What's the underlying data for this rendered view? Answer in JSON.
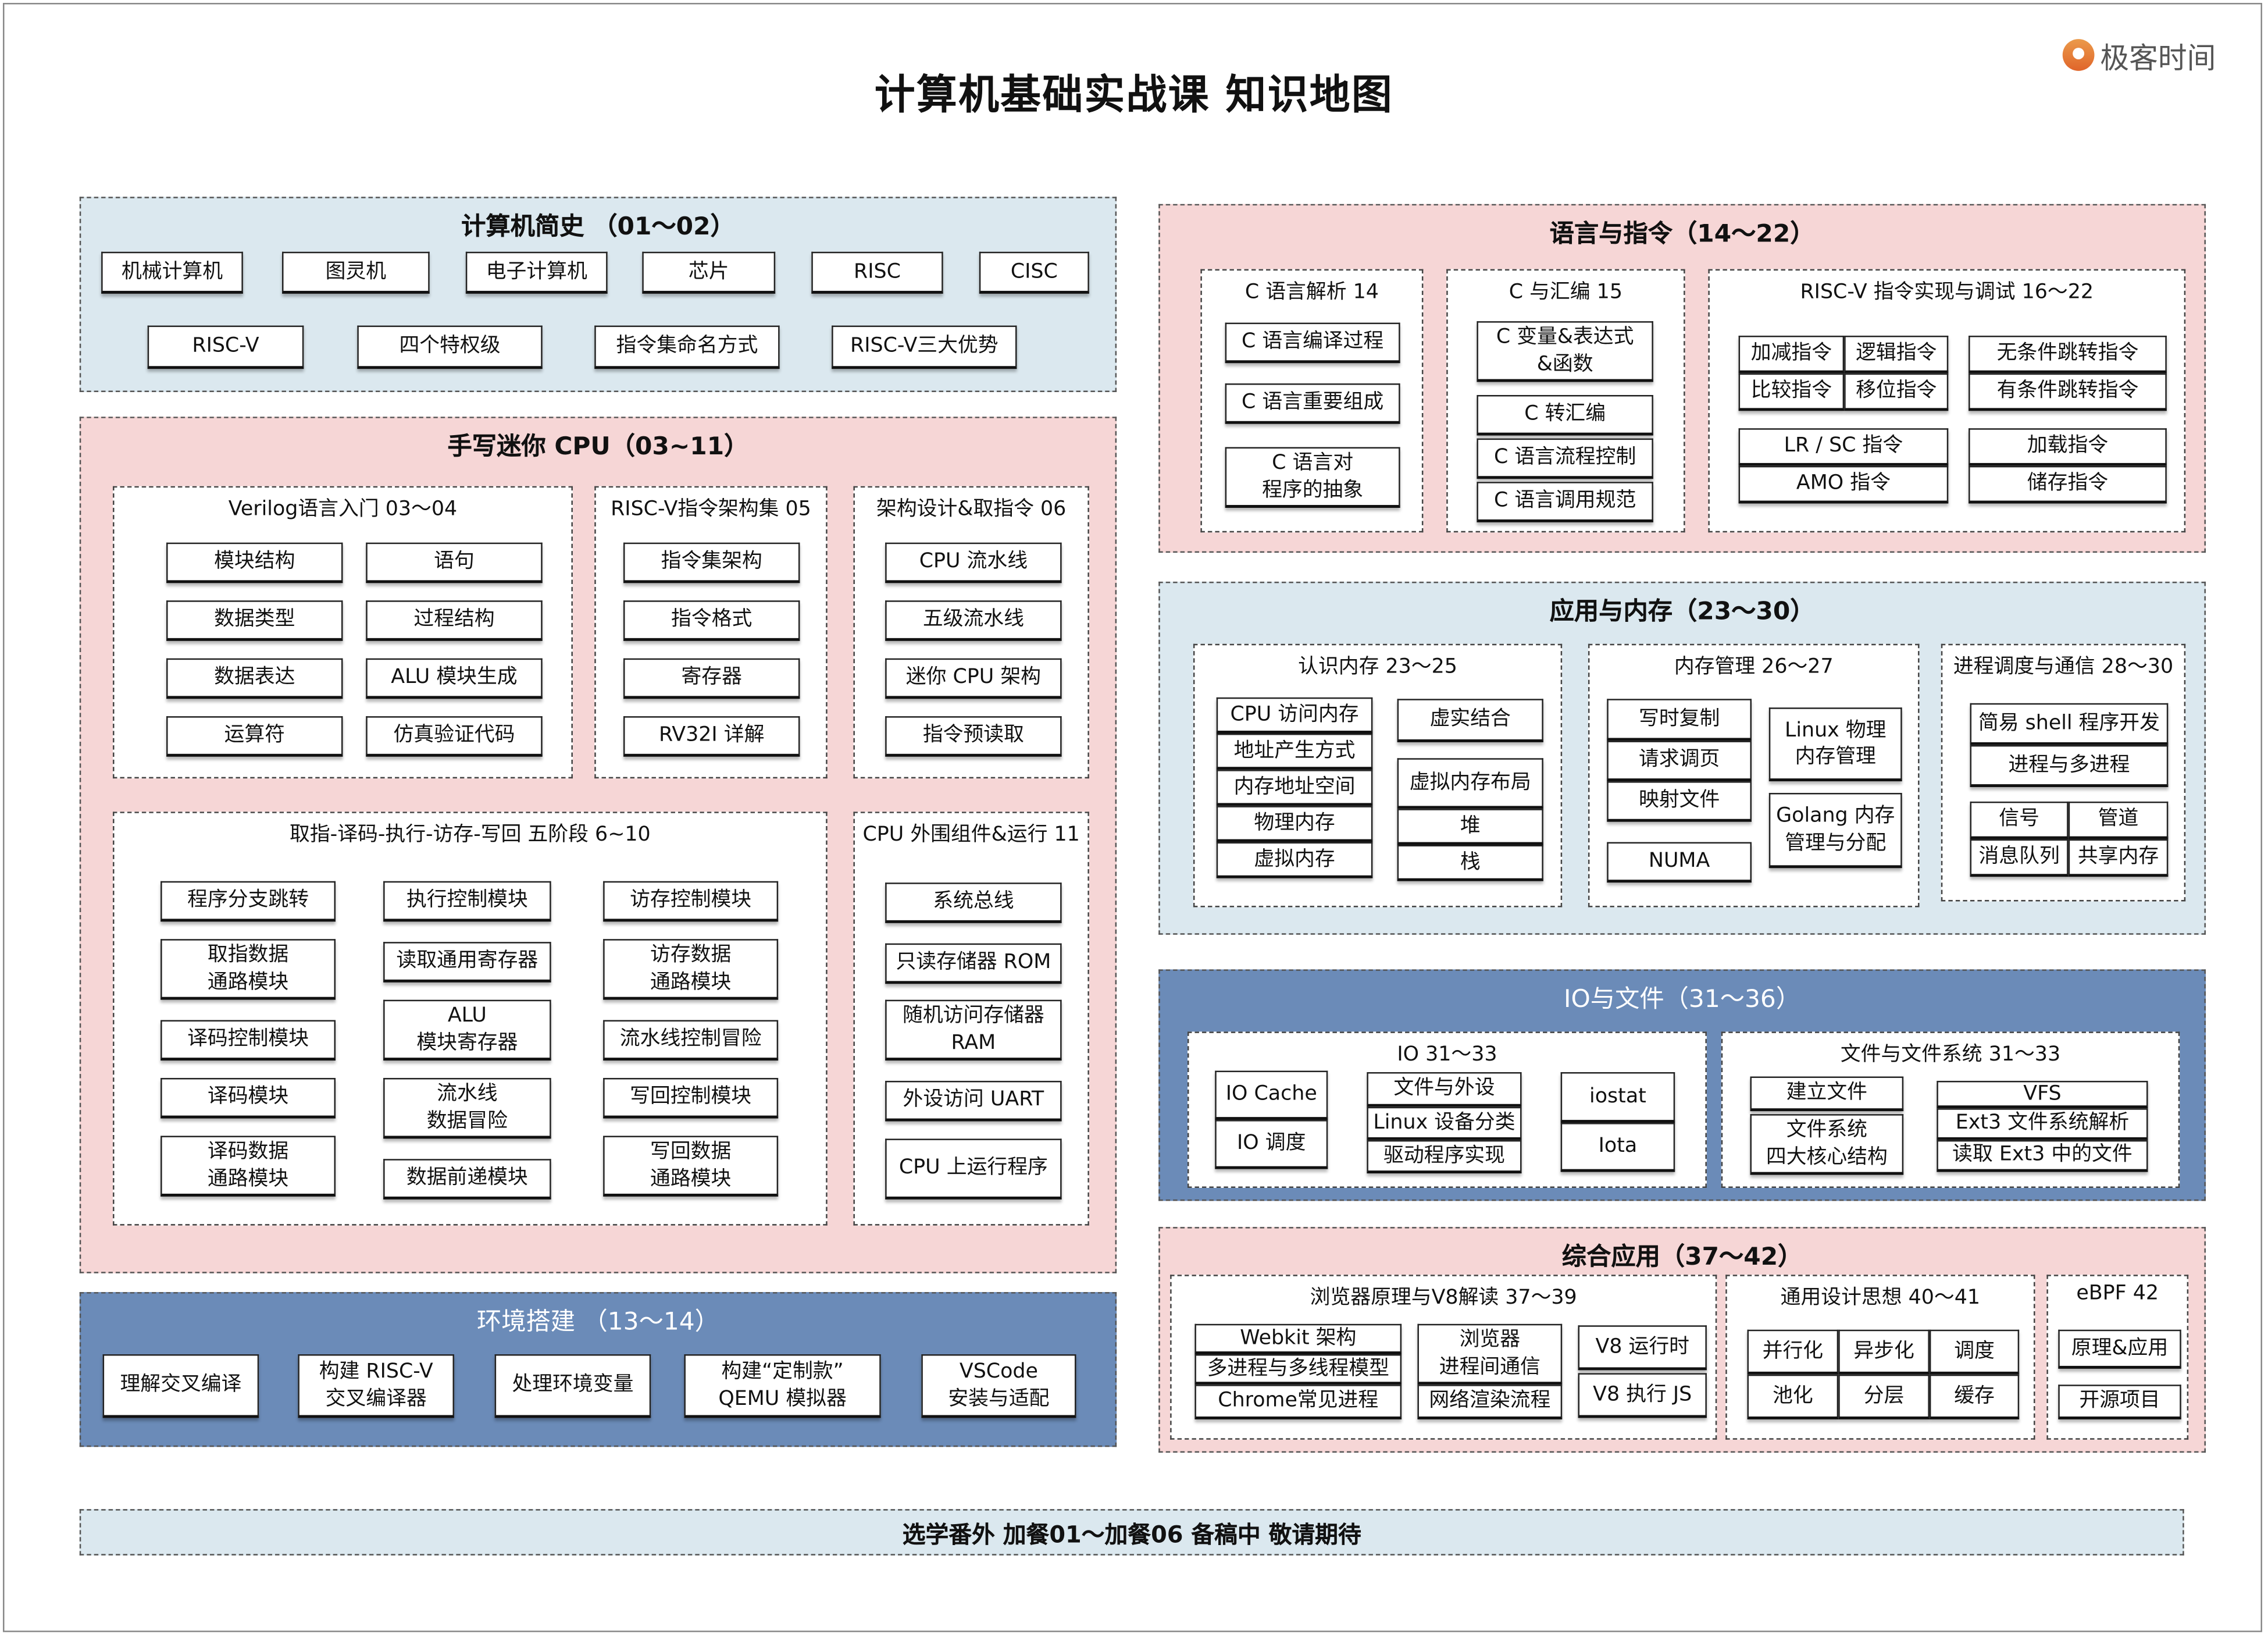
{
  "title": "计算机基础实战课 知识地图",
  "logo": {
    "text": "极客时间",
    "color": "#e8762d"
  },
  "colors": {
    "pink_section": "#f6d6d6",
    "light_section": "#dbe8ef",
    "dark_section": "#6b8bb8"
  },
  "history": {
    "title": "计算机简史 （01～02）",
    "items": [
      "机械计算机",
      "图灵机",
      "电子计算机",
      "芯片",
      "RISC",
      "CISC",
      "RISC-V",
      "四个特权级",
      "指令集命名方式",
      "RISC-V三大优势"
    ]
  },
  "mini_cpu": {
    "title": "手写迷你 CPU（03~11）",
    "groups": [
      {
        "title": "Verilog语言入门 03～04",
        "items": [
          "模块结构",
          "语句",
          "数据类型",
          "过程结构",
          "数据表达",
          "ALU 模块生成",
          "运算符",
          "仿真验证代码"
        ]
      },
      {
        "title": "RISC-V指令架构集 05",
        "items": [
          "指令集架构",
          "指令格式",
          "寄存器",
          "RV32I 详解"
        ]
      },
      {
        "title": "架构设计&取指令 06",
        "items": [
          "CPU 流水线",
          "五级流水线",
          "迷你 CPU 架构",
          "指令预读取"
        ]
      },
      {
        "title": "取指-译码-执行-访存-写回 五阶段 6~10",
        "items": [
          "程序分支跳转",
          "执行控制模块",
          "访存控制模块",
          "取指数据\n通路模块",
          "读取通用寄存器",
          "访存数据\n通路模块",
          "译码控制模块",
          "ALU\n模块寄存器",
          "流水线控制冒险",
          "译码模块",
          "流水线\n数据冒险",
          "写回控制模块",
          "译码数据\n通路模块",
          "数据前递模块",
          "写回数据\n通路模块"
        ]
      },
      {
        "title": "CPU 外围组件&运行 11",
        "items": [
          "系统总线",
          "只读存储器 ROM",
          "随机访问存储器\nRAM",
          "外设访问 UART",
          "CPU 上运行程序"
        ]
      }
    ]
  },
  "env": {
    "title": "环境搭建 （13～14）",
    "items": [
      "理解交叉编译",
      "构建 RISC-V\n交叉编译器",
      "处理环境变量",
      "构建“定制款”\nQEMU 模拟器",
      "VSCode\n安装与适配"
    ]
  },
  "lang": {
    "title": "语言与指令（14～22）",
    "groups": [
      {
        "title": "C 语言解析 14",
        "items": [
          "C 语言编译过程",
          "C 语言重要组成",
          "C 语言对\n程序的抽象"
        ]
      },
      {
        "title": "C 与汇编 15",
        "items": [
          "C 变量&表达式\n&函数",
          "C 转汇编",
          "C 语言流程控制",
          "C 语言调用规范"
        ]
      },
      {
        "title": "RISC-V 指令实现与调试 16～22",
        "items": [
          "加减指令",
          "逻辑指令",
          "比较指令",
          "移位指令",
          "无条件跳转指令",
          "有条件跳转指令",
          "LR / SC 指令",
          "AMO 指令",
          "加载指令",
          "储存指令"
        ]
      }
    ]
  },
  "memory": {
    "title": "应用与内存（23～30）",
    "groups": [
      {
        "title": "认识内存 23～25",
        "items": [
          "CPU 访问内存",
          "地址产生方式",
          "内存地址空间",
          "物理内存",
          "虚拟内存",
          "虚实结合",
          "虚拟内存布局",
          "堆",
          "栈"
        ]
      },
      {
        "title": "内存管理 26～27",
        "items": [
          "写时复制",
          "请求调页",
          "映射文件",
          "NUMA",
          "Linux 物理\n内存管理",
          "Golang 内存\n管理与分配"
        ]
      },
      {
        "title": "进程调度与通信 28～30",
        "items": [
          "简易 shell 程序开发",
          "进程与多进程",
          "信号",
          "管道",
          "消息队列",
          "共享内存"
        ]
      }
    ]
  },
  "io": {
    "title": "IO与文件（31～36）",
    "groups": [
      {
        "title": "IO 31～33",
        "items": [
          "IO Cache",
          "IO 调度",
          "文件与外设",
          "Linux 设备分类",
          "驱动程序实现",
          "iostat",
          "Iota"
        ]
      },
      {
        "title": "文件与文件系统 31～33",
        "items": [
          "建立文件",
          "文件系统\n四大核心结构",
          "VFS",
          "Ext3 文件系统解析",
          "读取 Ext3 中的文件"
        ]
      }
    ]
  },
  "apps": {
    "title": "综合应用（37～42）",
    "groups": [
      {
        "title": "浏览器原理与V8解读 37～39",
        "items": [
          "Webkit 架构",
          "多进程与多线程模型",
          "Chrome常见进程",
          "浏览器\n进程间通信",
          "网络渲染流程",
          "V8 运行时",
          "V8 执行 JS"
        ]
      },
      {
        "title": "通用设计思想 40～41",
        "items": [
          "并行化",
          "异步化",
          "调度",
          "池化",
          "分层",
          "缓存"
        ]
      },
      {
        "title": "eBPF 42",
        "items": [
          "原理&应用",
          "开源项目"
        ]
      }
    ]
  },
  "footer": "选学番外 加餐01～加餐06 备稿中 敬请期待"
}
